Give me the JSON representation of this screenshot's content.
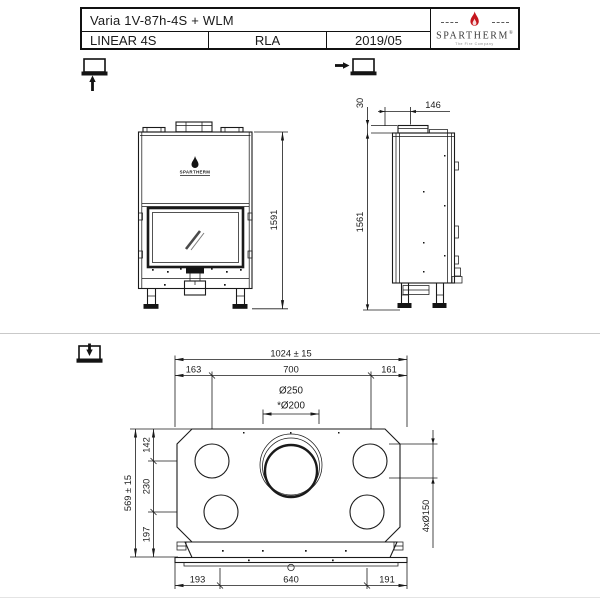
{
  "header": {
    "model": "Varia 1V-87h-4S + WLM",
    "series": "LINEAR 4S",
    "code": "RLA",
    "date": "2019/05",
    "brand": {
      "name": "SPARTHERM",
      "registered": "®",
      "tagline": "The Fire Company",
      "flame_color": "#c5161d"
    }
  },
  "icons": {
    "front_view": "front-view-indicator",
    "side_view": "side-view-indicator",
    "top_view": "top-view-indicator"
  },
  "front_view": {
    "logo": "SPARTHERM",
    "overall_height": "1591"
  },
  "side_view": {
    "collar_height": "30",
    "collar_depth": "146",
    "overall_height": "1561"
  },
  "top_view": {
    "overall_width": "1024 ± 15",
    "left_to_port": "163",
    "port_spacing": "700",
    "right_to_port": "161",
    "flue_diameter": "Ø250",
    "flue_adapter": "*Ø200",
    "overall_depth": "569 ± 15",
    "front_to_ports": "142",
    "port_row_spacing": "230",
    "ports_to_back": "197",
    "bottom_left": "193",
    "bottom_center": "640",
    "bottom_right": "191",
    "air_ports": "4xØ150"
  }
}
